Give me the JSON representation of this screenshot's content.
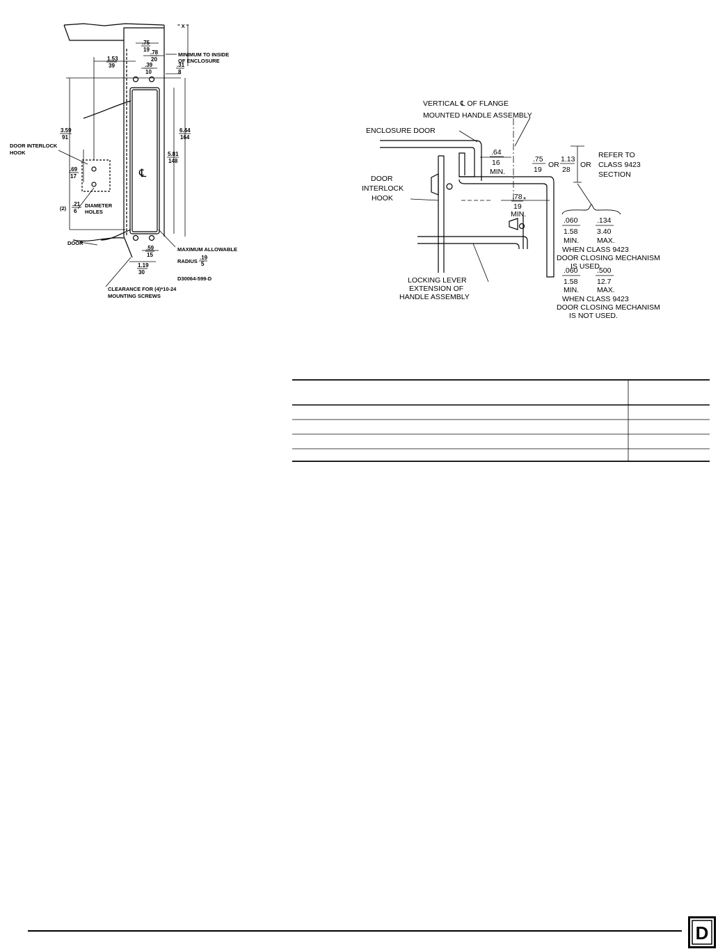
{
  "left_drawing": {
    "labels": {
      "x_dim": "\" X \"",
      "minimum_inside_1": "MINIMUM TO INSIDE",
      "minimum_inside_2": "OF ENCLOSURE",
      "door_interlock_1": "DOOR INTERLOCK",
      "door_interlock_2": "HOOK",
      "diameter_prefix": "(2)",
      "diameter_1": "DIAMETER",
      "diameter_2": "HOLES",
      "door": "DOOR",
      "max_radius_1": "MAXIMUM ALLOWABLE",
      "max_radius_2": "RADIUS",
      "drawing_number": "D30064-599-D",
      "clearance_1": "CLEARANCE FOR (4)*10-24",
      "clearance_2": "MOUNTING SCREWS",
      "centerline": "℄"
    },
    "dimensions": [
      {
        "num": ".75",
        "den": "19"
      },
      {
        "num": ".78",
        "den": "20"
      },
      {
        "num": "1.53",
        "den": "39"
      },
      {
        "num": ".39",
        "den": "10"
      },
      {
        "num": ".31",
        "den": "8"
      },
      {
        "num": "6.44",
        "den": "164"
      },
      {
        "num": "5.81",
        "den": "148"
      },
      {
        "num": "3.59",
        "den": "91"
      },
      {
        "num": ".69",
        "den": "17"
      },
      {
        "num": ".21",
        "den": "6"
      },
      {
        "num": ".19",
        "den": "5"
      },
      {
        "num": ".59",
        "den": "15"
      },
      {
        "num": "1.19",
        "den": "30"
      }
    ]
  },
  "right_drawing": {
    "labels": {
      "vertical_1": "VERTICAL ℄ OF FLANGE",
      "vertical_2": "MOUNTED HANDLE ASSEMBLY",
      "enclosure_door": "ENCLOSURE DOOR",
      "interlock_1": "DOOR",
      "interlock_2": "INTERLOCK",
      "interlock_3": "HOOK",
      "refer_1": "REFER TO",
      "refer_2": "CLASS 9423",
      "refer_3": "SECTION",
      "or_1": "OR",
      "or_2": "OR",
      "locking_1": "LOCKING LEVER",
      "locking_2": "EXTENSION OF",
      "locking_3": "HANDLE ASSEMBLY",
      "min": "MIN.",
      "max": "MAX.",
      "when_used_1": "WHEN CLASS 9423",
      "when_used_2": "DOOR CLOSING MECHANISM",
      "when_used_3": "IS USED.",
      "when_not_1": "WHEN CLASS 9423",
      "when_not_2": "DOOR CLOSING MECHANISM",
      "when_not_3": "IS NOT USED.",
      "asterisk": "*"
    },
    "dimensions": {
      "d64": {
        "num": ".64",
        "den": "16"
      },
      "d75": {
        "num": ".75",
        "den": "19"
      },
      "d113": {
        "num": "1.13",
        "den": "28"
      },
      "d78": {
        "num": ".78",
        "den": "19"
      },
      "used_min": {
        "num": ".060",
        "den": "1.58"
      },
      "used_max": {
        "num": ".134",
        "den": "3.40"
      },
      "not_min": {
        "num": ".060",
        "den": "1.58"
      },
      "not_max": {
        "num": ".500",
        "den": "12.7"
      }
    }
  },
  "logo_letter": "D"
}
